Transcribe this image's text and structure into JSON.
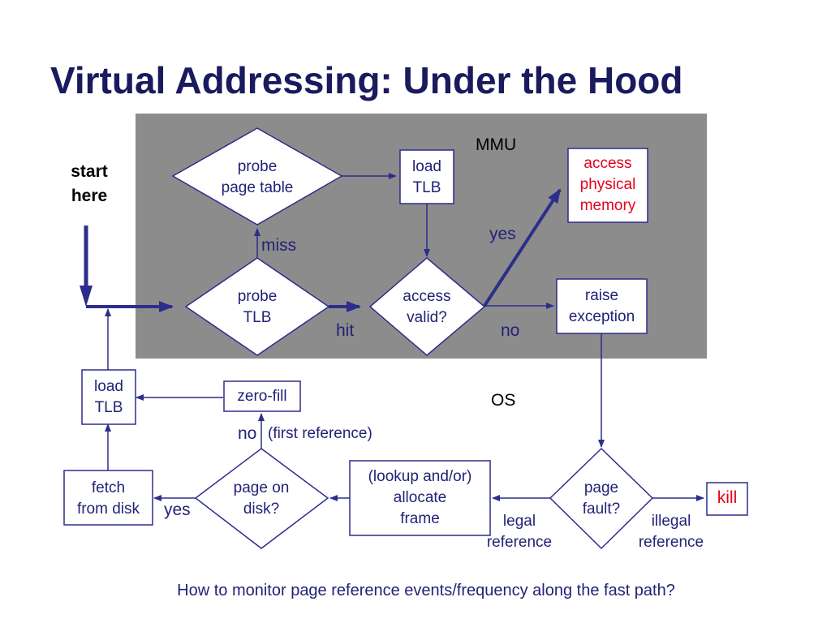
{
  "title": "Virtual Addressing: Under the Hood",
  "regions": {
    "mmu": "MMU",
    "os": "OS"
  },
  "start": {
    "line1": "start",
    "line2": "here"
  },
  "nodes": {
    "probe_page_table": {
      "line1": "probe",
      "line2": "page table"
    },
    "load_tlb_top": {
      "line1": "load",
      "line2": "TLB"
    },
    "access_physical": {
      "line1": "access",
      "line2": "physical",
      "line3": "memory"
    },
    "probe_tlb": {
      "line1": "probe",
      "line2": "TLB"
    },
    "access_valid": {
      "line1": "access",
      "line2": "valid?"
    },
    "raise_exception": {
      "line1": "raise",
      "line2": "exception"
    },
    "load_tlb_left": {
      "line1": "load",
      "line2": "TLB"
    },
    "zero_fill": {
      "line1": "zero-fill"
    },
    "fetch_from_disk": {
      "line1": "fetch",
      "line2": "from disk"
    },
    "page_on_disk": {
      "line1": "page on",
      "line2": "disk?"
    },
    "allocate_frame": {
      "line1": "(lookup and/or)",
      "line2": "allocate",
      "line3": "frame"
    },
    "page_fault": {
      "line1": "page",
      "line2": "fault?"
    },
    "kill": {
      "line1": "kill"
    }
  },
  "edge_labels": {
    "miss": "miss",
    "hit": "hit",
    "yes_top": "yes",
    "no_top": "no",
    "no_bottom": "no",
    "first_reference": "(first reference)",
    "yes_bottom": "yes",
    "legal": "legal",
    "legal_reference": "reference",
    "illegal": "illegal",
    "illegal_reference": "reference"
  },
  "footer": "How to monitor page reference events/frequency along the fast path?",
  "colors": {
    "title": "#1a1a5e",
    "panel": "#8c8c8c",
    "stroke": "#2d2d8c",
    "text": "#222277",
    "alert": "#e8001c"
  }
}
